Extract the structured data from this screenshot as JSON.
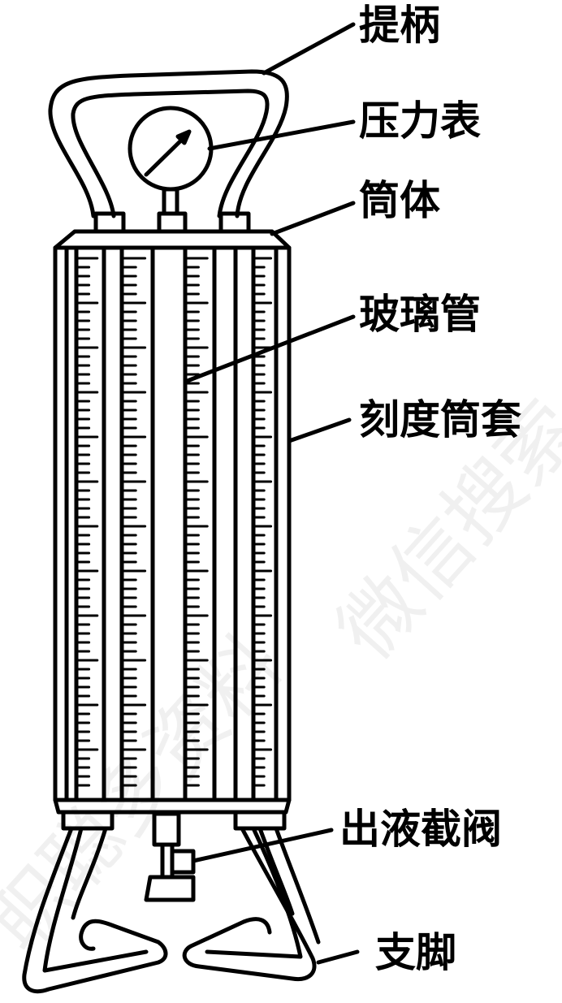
{
  "labels": {
    "handle": "提柄",
    "pressure_gauge": "压力表",
    "cylinder_body": "筒体",
    "glass_tube": "玻璃管",
    "scale_sleeve": "刻度筒套",
    "outlet_valve": "出液截阀",
    "support_legs": "支脚"
  },
  "watermark": {
    "text_1": "职聪多资料",
    "text_2": "微信搜索"
  },
  "colors": {
    "line": "#000000",
    "background": "#ffffff"
  }
}
